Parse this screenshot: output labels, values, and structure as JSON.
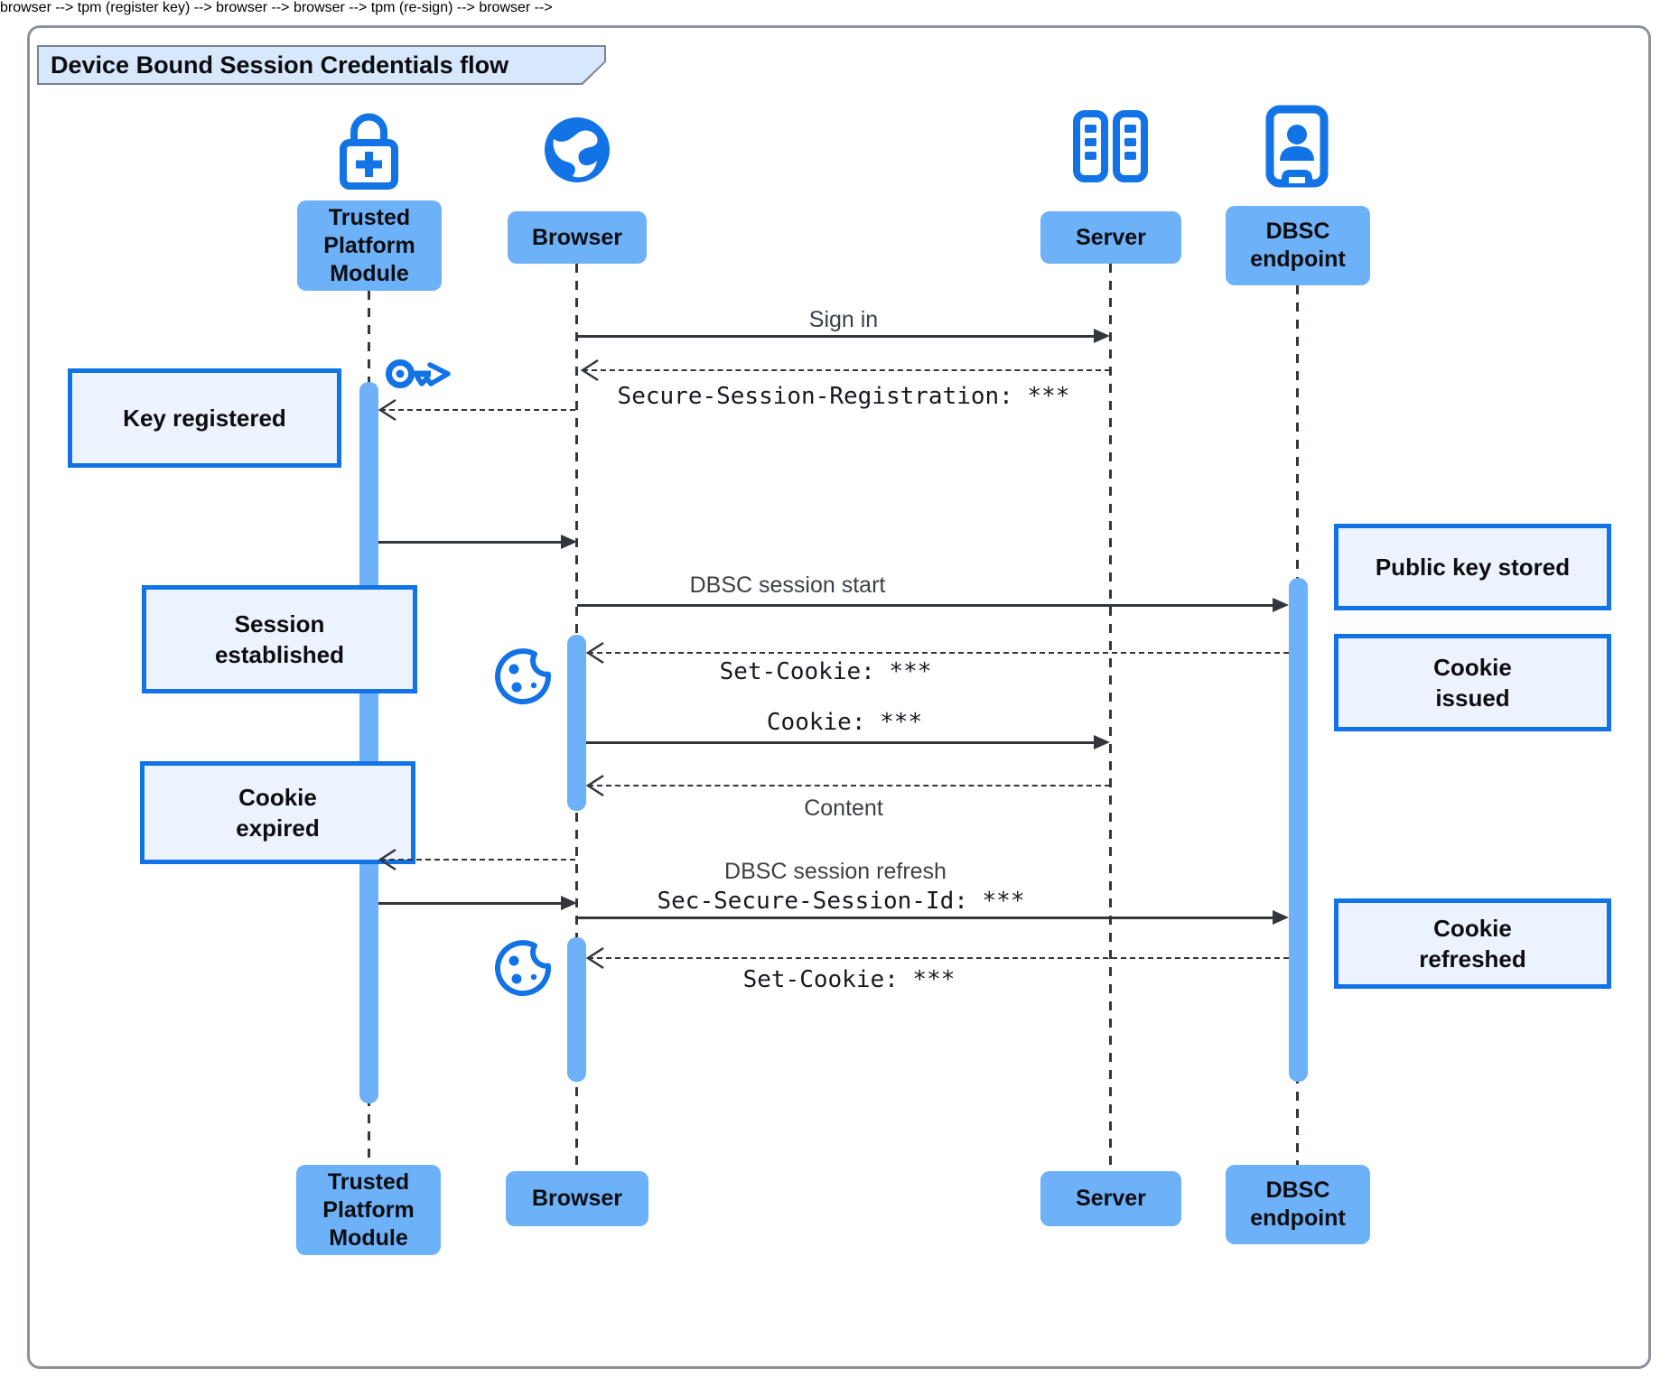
{
  "title": "Device Bound Session Credentials flow",
  "colors": {
    "accent_blue": "#1273e6",
    "box_fill": "#6db1f8",
    "note_fill": "#ecf3fd",
    "title_fill": "#d7e7fc",
    "line": "#33363b"
  },
  "actors": {
    "tpm": {
      "line1": "Trusted",
      "line2": "Platform",
      "line3": "Module",
      "icon": "lock-plus-icon"
    },
    "browser": {
      "label": "Browser",
      "icon": "globe-icon"
    },
    "server": {
      "label": "Server",
      "icon": "server-icon"
    },
    "dbsc": {
      "line1": "DBSC",
      "line2": "endpoint",
      "icon": "id-badge-icon"
    }
  },
  "messages": {
    "sign_in": "Sign in",
    "secure_session_registration": "Secure-Session-Registration: ***",
    "dbsc_session_start": "DBSC session start",
    "set_cookie_issue": "Set-Cookie: ***",
    "cookie": "Cookie: ***",
    "content": "Content",
    "dbsc_session_refresh": "DBSC session refresh",
    "sec_secure_session_id": "Sec-Secure-Session-Id: ***",
    "set_cookie_refresh": "Set-Cookie: ***"
  },
  "notes": {
    "key_registered": "Key registered",
    "session_established_1": "Session",
    "session_established_2": "established",
    "public_key_stored": "Public key stored",
    "cookie_issued_1": "Cookie",
    "cookie_issued_2": "issued",
    "cookie_expired_1": "Cookie",
    "cookie_expired_2": "expired",
    "cookie_refreshed_1": "Cookie",
    "cookie_refreshed_2": "refreshed"
  }
}
